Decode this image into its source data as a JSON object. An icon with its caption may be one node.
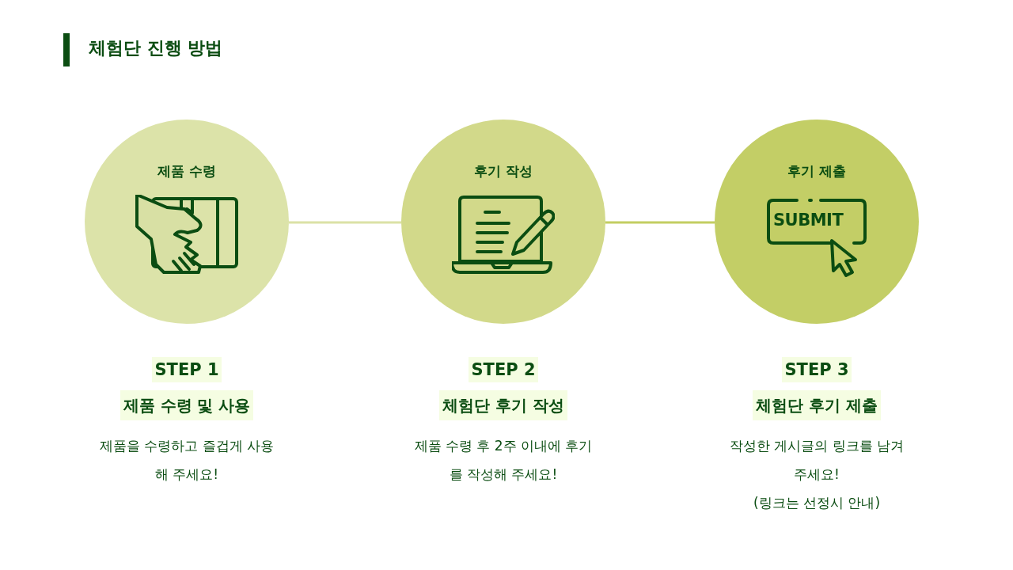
{
  "diagram": {
    "title": "체험단 진행 방법",
    "nodes": [
      {
        "text": [
          "제품 수령"
        ],
        "beside": [
          "STEP 1",
          "제품 수령 및 사용",
          "제품을 수령하고 즐겁게 사용해 주세요!"
        ]
      },
      {
        "text": [
          "후기 작성"
        ],
        "beside": [
          "STEP 2",
          "체험단 후기 작성",
          "제품 수령 후 2주 이내에 후기를 작성해 주세요!"
        ]
      },
      {
        "text": [
          "후기 제출"
        ],
        "beside": [
          "STEP 3",
          "체험단 후기 제출",
          "작성한 게시글의 링크를 남겨주세요!",
          "(링크는 선정시 안내)"
        ]
      }
    ],
    "edges": [
      {
        "from": 0,
        "to": 1,
        "arrow": "none",
        "color": "#dbe2a6"
      },
      {
        "from": 1,
        "to": 2,
        "arrow": "none",
        "color": "#c3ce62"
      }
    ],
    "labels": [
      "SUBMIT"
    ]
  }
}
